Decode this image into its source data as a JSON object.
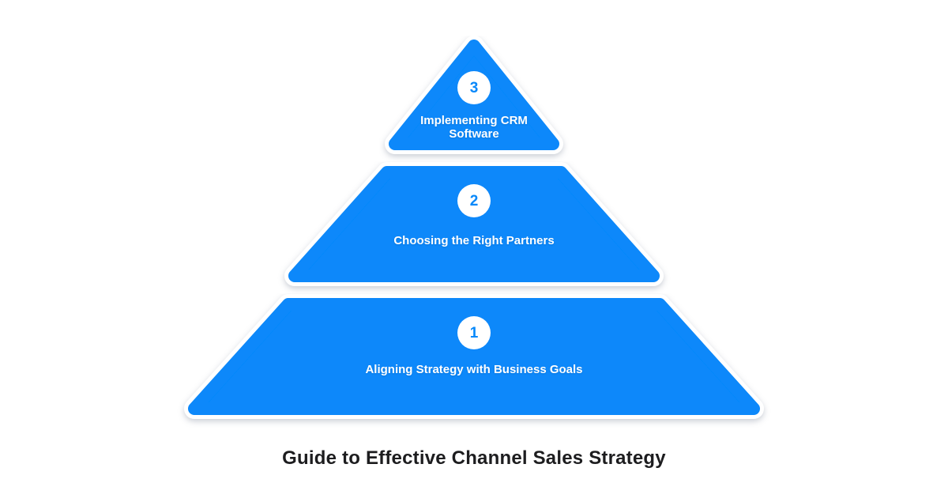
{
  "title": "Guide to Effective Channel Sales Strategy",
  "pyramid": {
    "tiers": [
      {
        "number": "3",
        "label": "Implementing CRM Software",
        "position": "top"
      },
      {
        "number": "2",
        "label": "Choosing the Right Partners",
        "position": "middle"
      },
      {
        "number": "1",
        "label": "Aligning Strategy with Business Goals",
        "position": "bottom"
      }
    ]
  },
  "colors": {
    "tier_fill": "#0788fa",
    "tier_border": "#ffffff",
    "number_text": "#0788fa",
    "label_text": "#ffffff",
    "title_text": "#1d1d1f",
    "background": "#ffffff"
  }
}
